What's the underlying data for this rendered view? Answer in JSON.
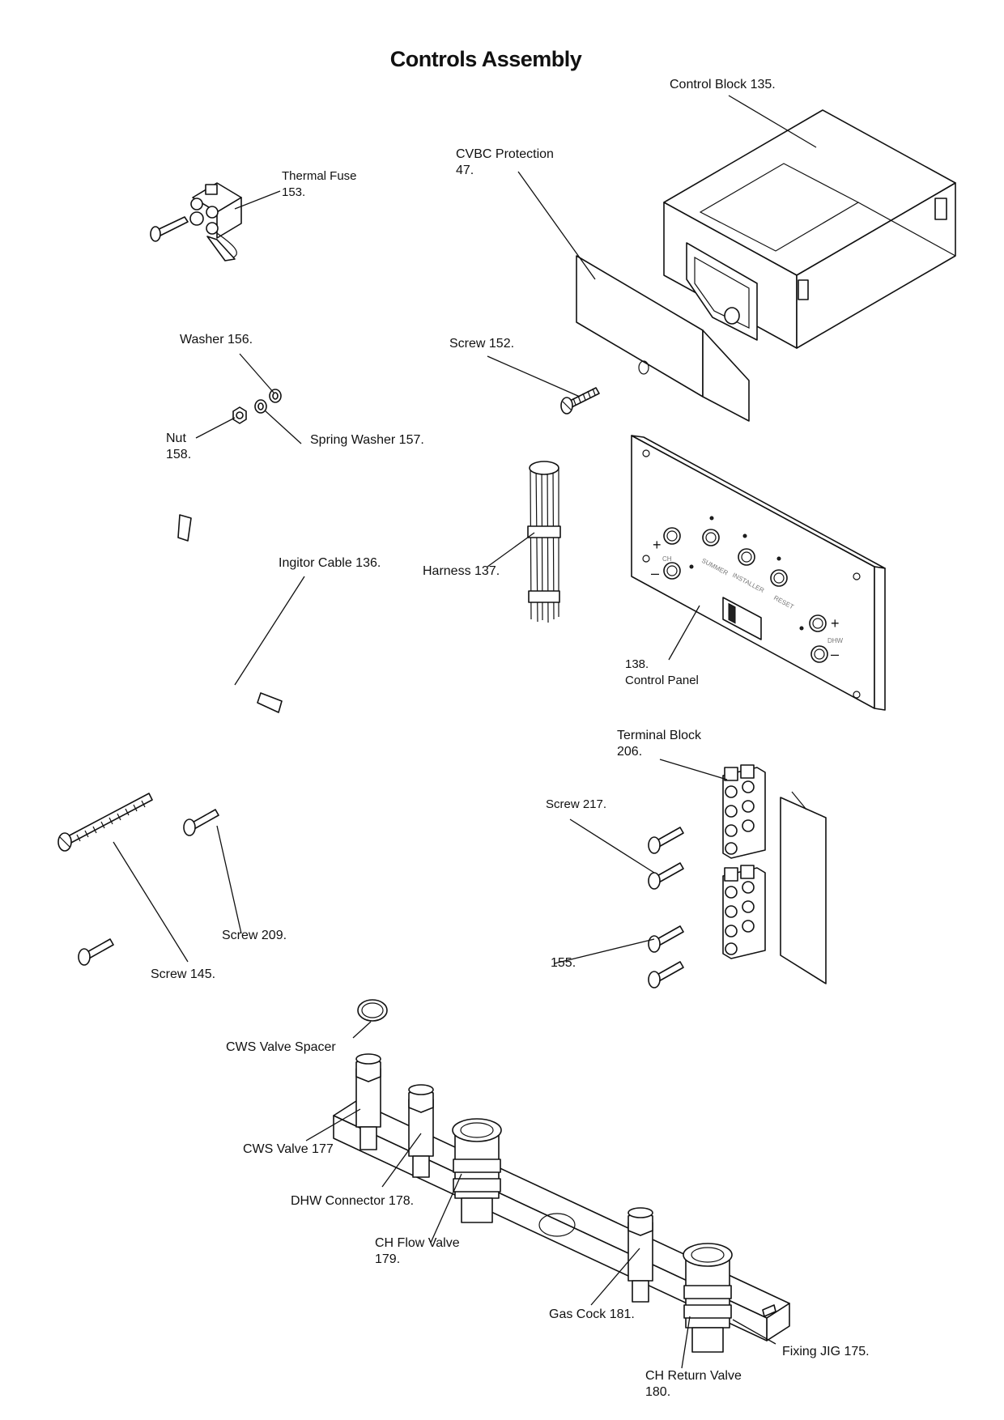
{
  "title": "Controls Assembly",
  "labels": {
    "control_block": [
      "Control Block 135."
    ],
    "cvbc_protection": [
      "CVBC Protection",
      "47."
    ],
    "thermal_fuse": [
      "Thermal Fuse",
      "153."
    ],
    "screw_152": [
      "Screw 152."
    ],
    "washer_156": [
      "Washer 156."
    ],
    "nut_158": [
      "Nut",
      "158."
    ],
    "spring_washer_157": [
      "Spring Washer 157."
    ],
    "ignitor_cable": [
      "Ingitor Cable 136."
    ],
    "harness": [
      "Harness 137."
    ],
    "control_panel": [
      "138.",
      "Control Panel"
    ],
    "terminal_block": [
      "Terminal Block",
      "206."
    ],
    "screw_217": [
      "Screw 217."
    ],
    "screw_209": [
      "Screw 209."
    ],
    "screw_145": [
      "Screw 145."
    ],
    "screw_155": [
      "155."
    ],
    "cws_valve_spacer": [
      "CWS Valve Spacer"
    ],
    "cws_valve": [
      "CWS Valve 177"
    ],
    "dhw_connector": [
      "DHW Connector 178."
    ],
    "ch_flow_valve": [
      "CH Flow Valve",
      "179."
    ],
    "gas_cock": [
      "Gas Cock 181."
    ],
    "fixing_jig": [
      "Fixing JIG 175."
    ],
    "ch_return_valve": [
      "CH Return Valve",
      "180."
    ]
  },
  "panel": {
    "plus": "+",
    "minus": "–",
    "ch": "CH",
    "summer": "SUMMER",
    "installer": "INSTALLER",
    "reset": "RESET",
    "dhw": "DHW"
  }
}
